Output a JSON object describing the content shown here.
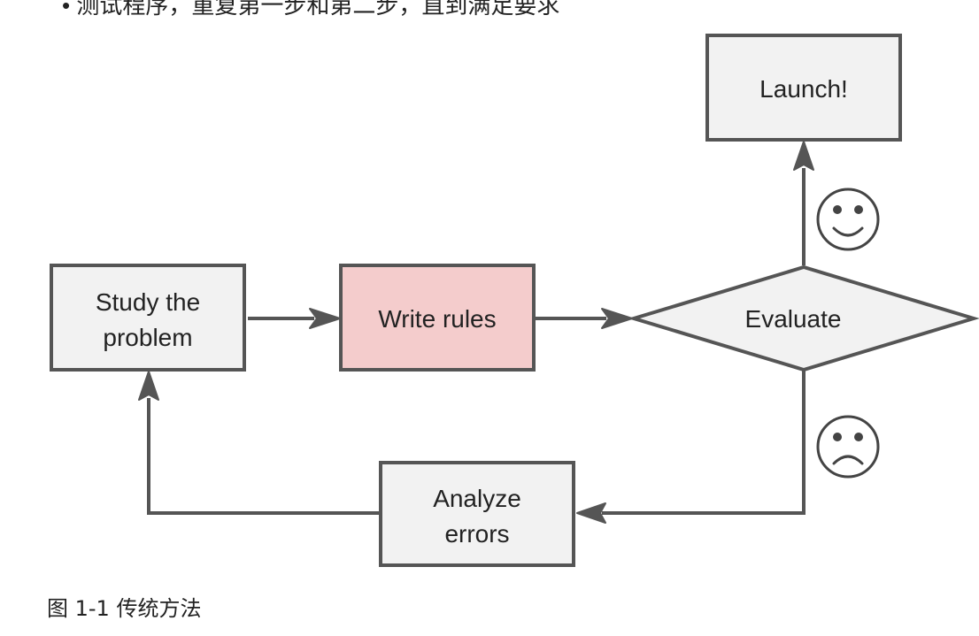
{
  "top_text": "• 测试程序，重复第一步和第二步，直到满足要求",
  "nodes": {
    "study": {
      "line1": "Study the",
      "line2": "problem"
    },
    "write": {
      "label": "Write rules"
    },
    "evaluate": {
      "label": "Evaluate"
    },
    "launch": {
      "label": "Launch!"
    },
    "analyze": {
      "line1": "Analyze",
      "line2": "errors"
    }
  },
  "icons": {
    "happy": "smiley-face-icon",
    "sad": "frowning-face-icon"
  },
  "caption": "图 1-1 传统方法"
}
